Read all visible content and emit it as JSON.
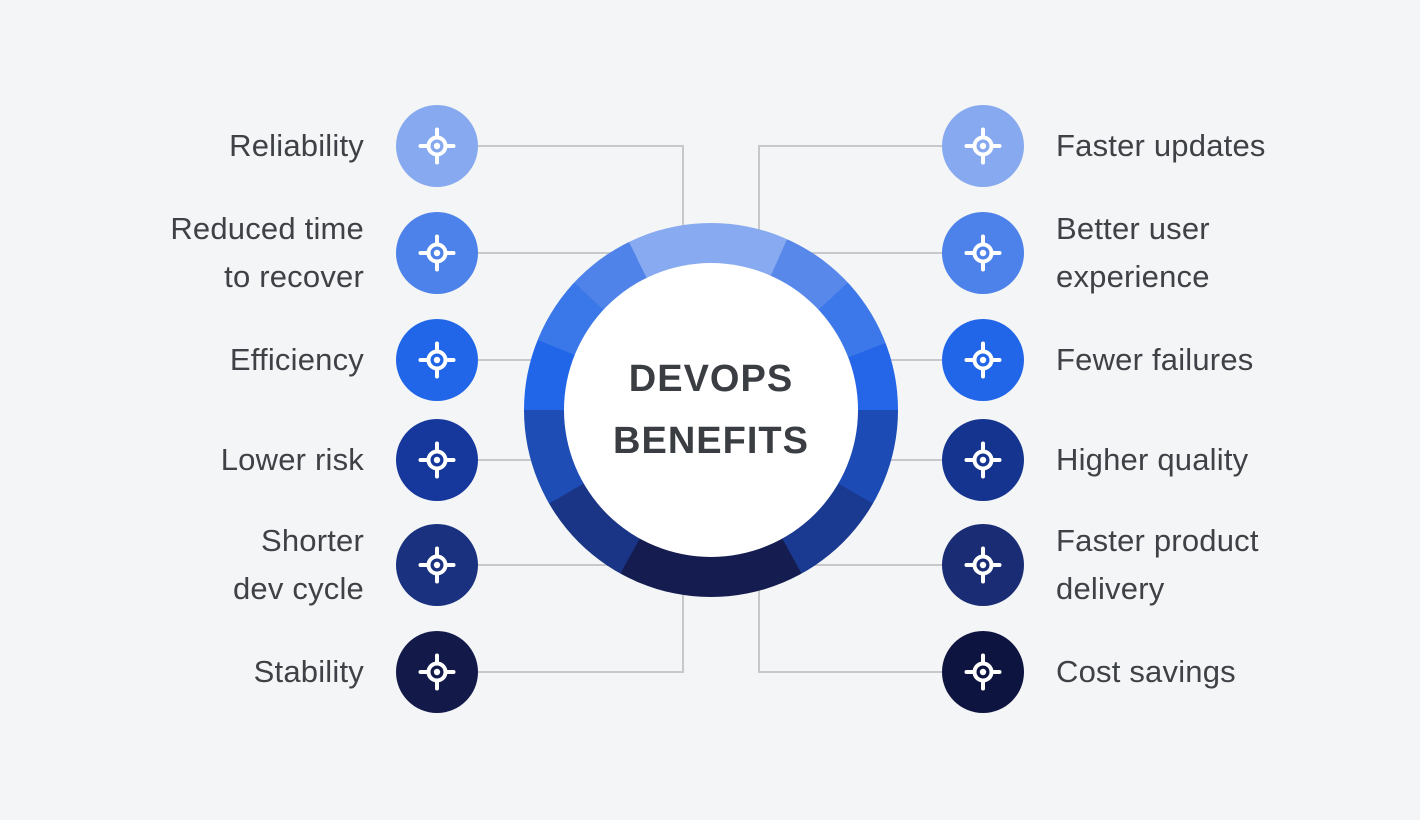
{
  "title": {
    "line1": "DEVOPS",
    "line2": "BENEFITS"
  },
  "colors": {
    "background": "#F4F5F6",
    "connector": "#C7C8CB",
    "label_text": "#3E4145",
    "title_text": "#3A3E43",
    "icon_glyph": "#FFFFFF",
    "ring_inner": "#FFFFFF"
  },
  "items": {
    "left": [
      {
        "label": "Reliability",
        "color": "#86A9EF"
      },
      {
        "label": "Reduced time\nto recover",
        "color": "#4C82E9"
      },
      {
        "label": "Efficiency",
        "color": "#2166E8"
      },
      {
        "label": "Lower risk",
        "color": "#16379B"
      },
      {
        "label": "Shorter\ndev cycle",
        "color": "#1A3180"
      },
      {
        "label": "Stability",
        "color": "#131A49"
      }
    ],
    "right": [
      {
        "label": "Faster updates",
        "color": "#86A9EF"
      },
      {
        "label": "Better user\nexperience",
        "color": "#4C82E9"
      },
      {
        "label": "Fewer failures",
        "color": "#2166E8"
      },
      {
        "label": "Higher quality",
        "color": "#14348F"
      },
      {
        "label": "Faster product\ndelivery",
        "color": "#192C74"
      },
      {
        "label": "Cost savings",
        "color": "#0E1440"
      }
    ]
  },
  "ring": {
    "segments": [
      {
        "start": 0,
        "end": 24,
        "color": "#87AAF0"
      },
      {
        "start": 24,
        "end": 47,
        "color": "#5988EB"
      },
      {
        "start": 47,
        "end": 69,
        "color": "#3C78E9"
      },
      {
        "start": 69,
        "end": 90,
        "color": "#2565E7"
      },
      {
        "start": 90,
        "end": 120,
        "color": "#1C4BB6"
      },
      {
        "start": 120,
        "end": 151,
        "color": "#1A3A91"
      },
      {
        "start": 151,
        "end": 209,
        "color": "#151C50"
      },
      {
        "start": 209,
        "end": 240,
        "color": "#1A3585"
      },
      {
        "start": 240,
        "end": 270,
        "color": "#1E4DB6"
      },
      {
        "start": 270,
        "end": 292,
        "color": "#2166E8"
      },
      {
        "start": 292,
        "end": 313,
        "color": "#3A77E9"
      },
      {
        "start": 313,
        "end": 334,
        "color": "#4F83E9"
      },
      {
        "start": 334,
        "end": 360,
        "color": "#87AAF0"
      }
    ]
  }
}
